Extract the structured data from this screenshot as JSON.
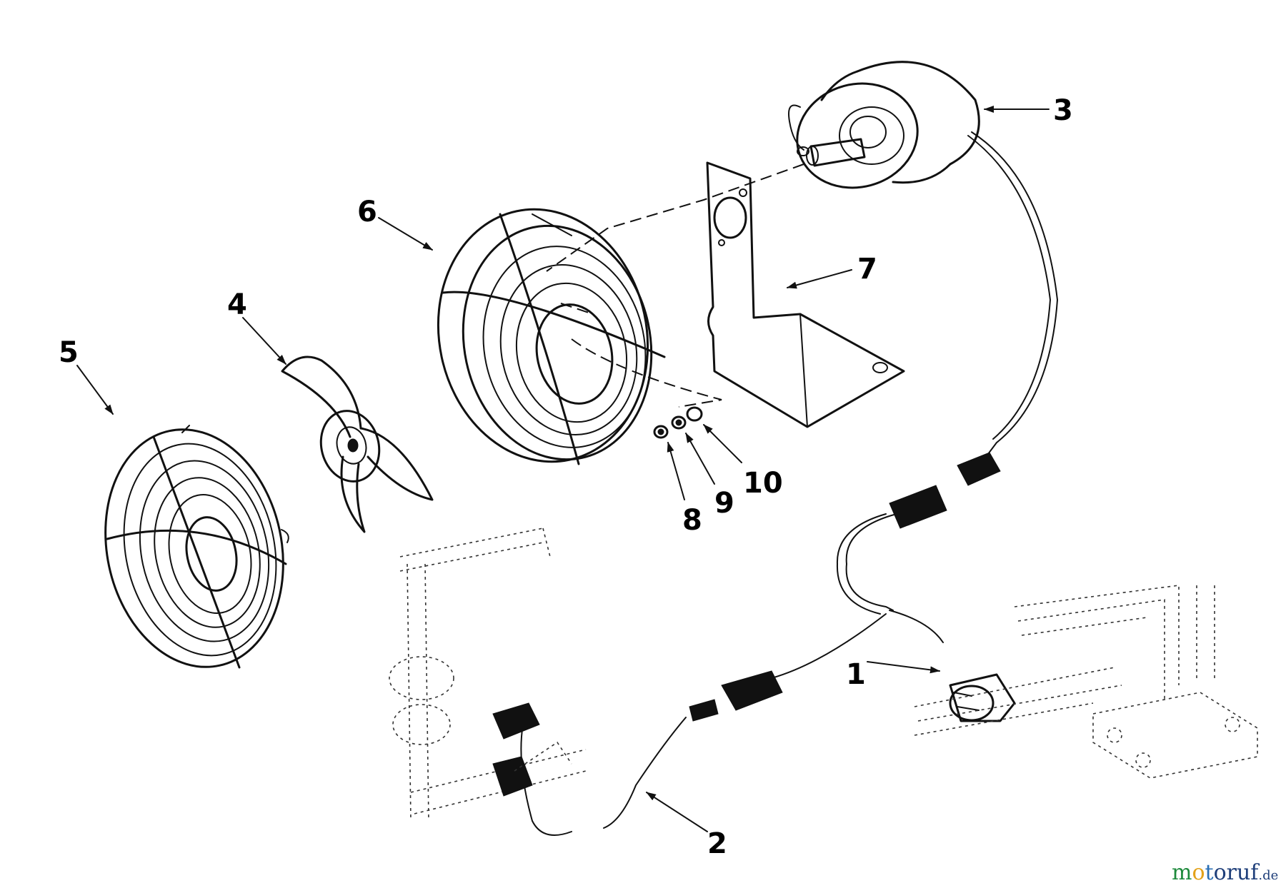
{
  "callouts": [
    "1",
    "2",
    "3",
    "4",
    "5",
    "6",
    "7",
    "8",
    "9",
    "10"
  ],
  "watermark": {
    "brand": "motoruf",
    "suffix": ".de",
    "colors": {
      "m": "#1e8a3c",
      "o1": "#e3a21a",
      "t": "#2a6fb5",
      "rest": "#1f3f7a"
    }
  },
  "colors": {
    "ink": "#111111",
    "background": "#ffffff"
  }
}
